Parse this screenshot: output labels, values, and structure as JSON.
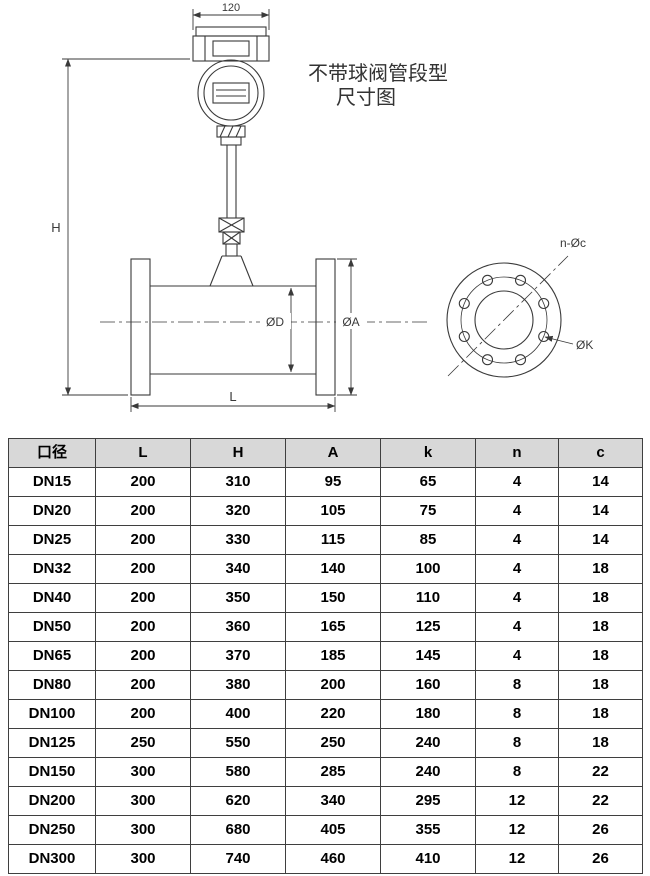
{
  "title": {
    "line1": "不带球阀管段型",
    "line2": "尺寸图"
  },
  "diagram": {
    "labels": {
      "width_top": "120",
      "height": "H",
      "inner_diameter": "ØD",
      "flange_diameter": "ØA",
      "length": "L",
      "bolt_holes": "n-Øc",
      "bolt_circle": "ØK"
    }
  },
  "table": {
    "headers": [
      "口径",
      "L",
      "H",
      "A",
      "k",
      "n",
      "c"
    ],
    "rows": [
      [
        "DN15",
        "200",
        "310",
        "95",
        "65",
        "4",
        "14"
      ],
      [
        "DN20",
        "200",
        "320",
        "105",
        "75",
        "4",
        "14"
      ],
      [
        "DN25",
        "200",
        "330",
        "115",
        "85",
        "4",
        "14"
      ],
      [
        "DN32",
        "200",
        "340",
        "140",
        "100",
        "4",
        "18"
      ],
      [
        "DN40",
        "200",
        "350",
        "150",
        "110",
        "4",
        "18"
      ],
      [
        "DN50",
        "200",
        "360",
        "165",
        "125",
        "4",
        "18"
      ],
      [
        "DN65",
        "200",
        "370",
        "185",
        "145",
        "4",
        "18"
      ],
      [
        "DN80",
        "200",
        "380",
        "200",
        "160",
        "8",
        "18"
      ],
      [
        "DN100",
        "200",
        "400",
        "220",
        "180",
        "8",
        "18"
      ],
      [
        "DN125",
        "250",
        "550",
        "250",
        "240",
        "8",
        "18"
      ],
      [
        "DN150",
        "300",
        "580",
        "285",
        "240",
        "8",
        "22"
      ],
      [
        "DN200",
        "300",
        "620",
        "340",
        "295",
        "12",
        "22"
      ],
      [
        "DN250",
        "300",
        "680",
        "405",
        "355",
        "12",
        "26"
      ],
      [
        "DN300",
        "300",
        "740",
        "460",
        "410",
        "12",
        "26"
      ]
    ]
  },
  "colors": {
    "line": "#3a3a3a",
    "table_border": "#3f3f3f",
    "header_bg": "#d8d8d8",
    "text": "#000000",
    "title_text": "#333333"
  }
}
